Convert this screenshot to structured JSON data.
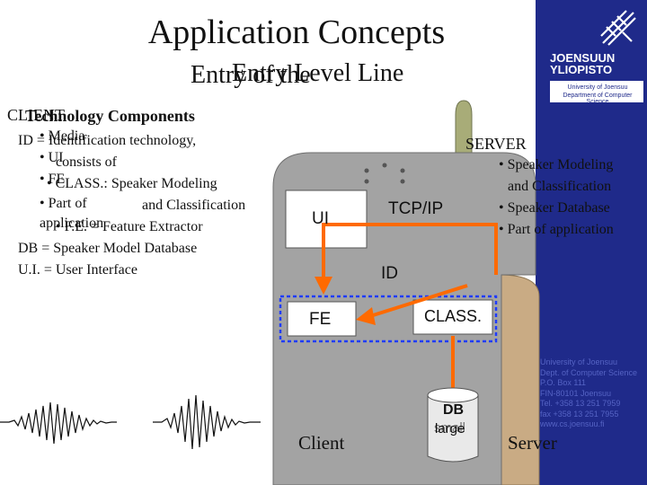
{
  "title": "Application Concepts",
  "subtitle_a": "Entry of the",
  "subtitle_b": "Entry Level Line",
  "left": {
    "heading_a": "CLIENT",
    "heading_b": "Technology Components",
    "id_line": "ID = Identification technology,",
    "media_a": "• Media",
    "ui_a": "• UI",
    "consists": "consists of",
    "fe_a": "• FE",
    "class_line": "• CLASS.: Speaker Modeling",
    "part_of": "• Part of",
    "and_class": "and Classification",
    "application": "application",
    "fe_line": "• F.E. = Feature Extractor",
    "db_line": "DB = Speaker Model Database",
    "ui_line": "U.I. = User Interface"
  },
  "server": {
    "heading": "SERVER",
    "l1": "• Speaker Modeling",
    "l2": "and Classification",
    "l3": "• Speaker Database",
    "l4": "• Part of application"
  },
  "diagram": {
    "ui": "UI",
    "tcpip": "TCP/IP",
    "id": "ID",
    "fe": "FE",
    "class": "CLASS.",
    "db": "DB",
    "db_sub_a": "small",
    "db_sub_b": "large",
    "client": "Client",
    "server": "Server"
  },
  "sidebar": {
    "uni_line1": "JOENSUUN",
    "uni_line2": "YLIOPISTO",
    "box_line1": "University of Joensuu",
    "box_line2": "Department of Computer Science",
    "contact": [
      "University of Joensuu",
      "Dept. of Computer Science",
      "P.O. Box 111",
      "FIN-80101 Joensuu",
      "Tel. +358 13 251 7959",
      "fax +358 13 251 7955",
      "www.cs.joensuu.fi"
    ]
  },
  "colors": {
    "sidebar": "#1f2a8a",
    "arrow": "#ff6a00",
    "dashed": "#1f3cff",
    "client_shape": "#a3a3a3",
    "server_shape": "#c9ab84"
  }
}
